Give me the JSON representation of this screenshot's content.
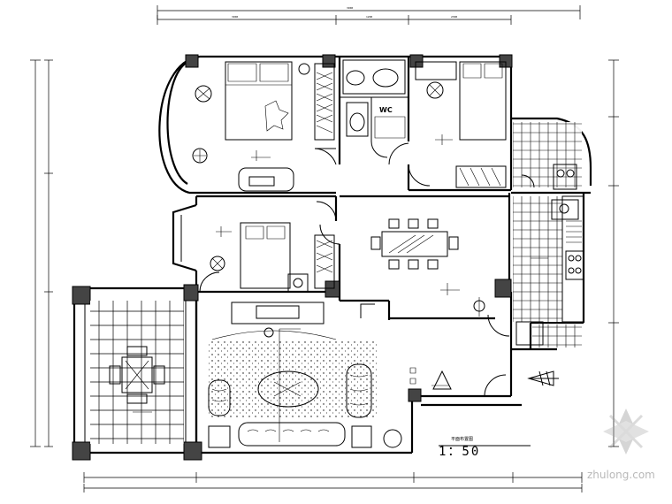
{
  "drawing": {
    "scale_label": "1：50",
    "wc_label": "WC",
    "watermark_text": "zhulong.com"
  },
  "colors": {
    "line": "#000000",
    "background": "#ffffff",
    "watermark": "#b9b9b9"
  }
}
